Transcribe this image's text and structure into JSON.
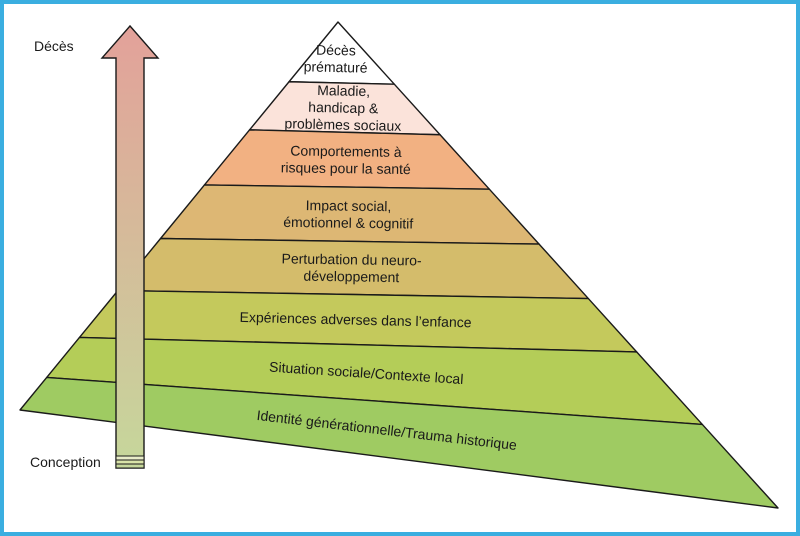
{
  "arrow": {
    "top_label": "Décès",
    "bottom_label": "Conception",
    "top_color": "#e3a19a",
    "bottom_color": "#c6d79b"
  },
  "pyramid": {
    "levels": [
      {
        "lines": [
          "Décès",
          "prématuré"
        ],
        "color": "#ffffff"
      },
      {
        "lines": [
          "Maladie,",
          "handicap &",
          "problèmes sociaux"
        ],
        "color": "#fbe3da"
      },
      {
        "lines": [
          "Comportements à",
          "risques pour la santé"
        ],
        "color": "#f2b182"
      },
      {
        "lines": [
          "Impact social,",
          "émotionnel & cognitif"
        ],
        "color": "#ddb774"
      },
      {
        "lines": [
          "Perturbation du neuro-",
          "développement"
        ],
        "color": "#d4bc6b"
      },
      {
        "lines": [
          "Expériences adverses dans l’enfance"
        ],
        "color": "#c4c95c"
      },
      {
        "lines": [
          "Situation sociale/Contexte local"
        ],
        "color": "#b4cd58"
      },
      {
        "lines": [
          "Identité générationnelle/Trauma historique"
        ],
        "color": "#9fcb62"
      }
    ]
  }
}
